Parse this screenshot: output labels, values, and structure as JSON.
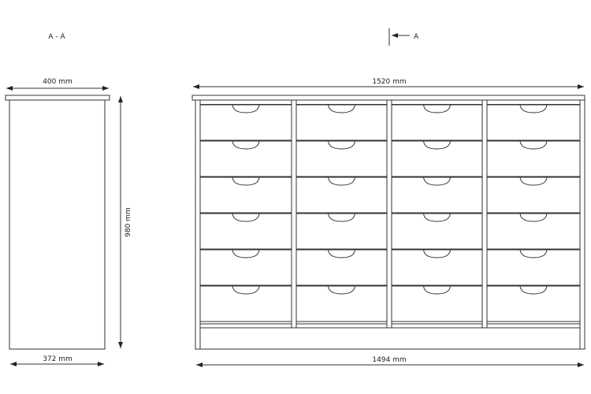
{
  "section_label": "A - A",
  "section_marker": "A",
  "side_view": {
    "top_width": "400 mm",
    "height": "980 mm",
    "base_width": "372 mm"
  },
  "front_view": {
    "top_width": "1520 mm",
    "base_width": "1494 mm",
    "columns": 4,
    "rows": 6
  },
  "colors": {
    "line": "#333333",
    "background": "#ffffff"
  }
}
